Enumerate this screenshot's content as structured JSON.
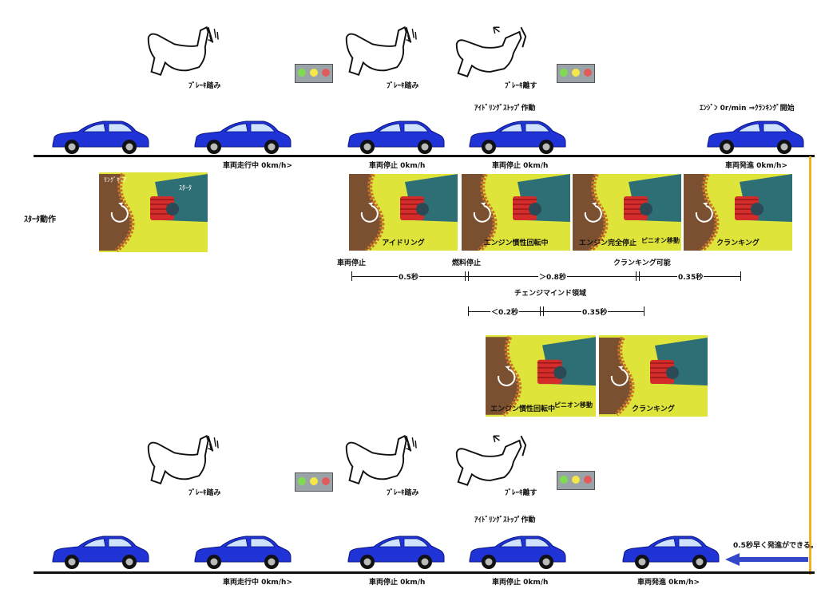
{
  "labels": {
    "brake_press": "ﾌﾞﾚｰｷ踏み",
    "brake_release": "ﾌﾞﾚｰｷ離す",
    "idling_stop_active": "ｱｲﾄﾞﾘﾝｸﾞｽﾄｯﾌﾟ作動",
    "engine_to_cranking": "ｴﾝｼﾞﾝ 0r/min ⇒ｸﾗﾝｷﾝｸﾞ開始",
    "vehicle_running": "車両走行中 0km/h>",
    "vehicle_stopped": "車両停止 0km/h",
    "vehicle_start": "車両発進 0km/h>",
    "vehicle_start_bottom": "車両発進 0km/h>",
    "starter_operation": "ｽﾀｰﾀ動作",
    "ring_gear": "ﾘﾝｸﾞｷﾞｱ",
    "starter": "ｽﾀｰﾀ",
    "early_start": "0.5秒早く発進ができる。"
  },
  "panels": {
    "idling": "アイドリング",
    "inertia": "エンジン慣性回転中",
    "complete_stop": "エンジン完全停止",
    "pinion_move": "ピニオン移動",
    "cranking": "クランキング"
  },
  "timeline": {
    "vehicle_stop": "車両停止",
    "fuel_cut": "燃料停止",
    "cranking_possible": "クランキング可能",
    "seg1": "0.5秒",
    "seg2": "＞0.8秒",
    "seg3": "0.35秒",
    "change_mind": "チェンジマインド領域",
    "seg4": "＜0.2秒",
    "seg5": "0.35秒"
  },
  "colors": {
    "car_body": "#1f33d6",
    "panel_bg": "#dfe43a",
    "ring_gear": "#c8742a",
    "pinion": "#d42b2b",
    "divider": "#f0b020",
    "arrow": "#3348c8",
    "light_green": "#7fdc4f",
    "light_yellow": "#f5e64a",
    "light_red": "#e25b5b"
  },
  "icons": [
    "foot-press-icon",
    "foot-release-icon",
    "traffic-light-icon",
    "car-icon",
    "rotation-arrow-icon"
  ]
}
